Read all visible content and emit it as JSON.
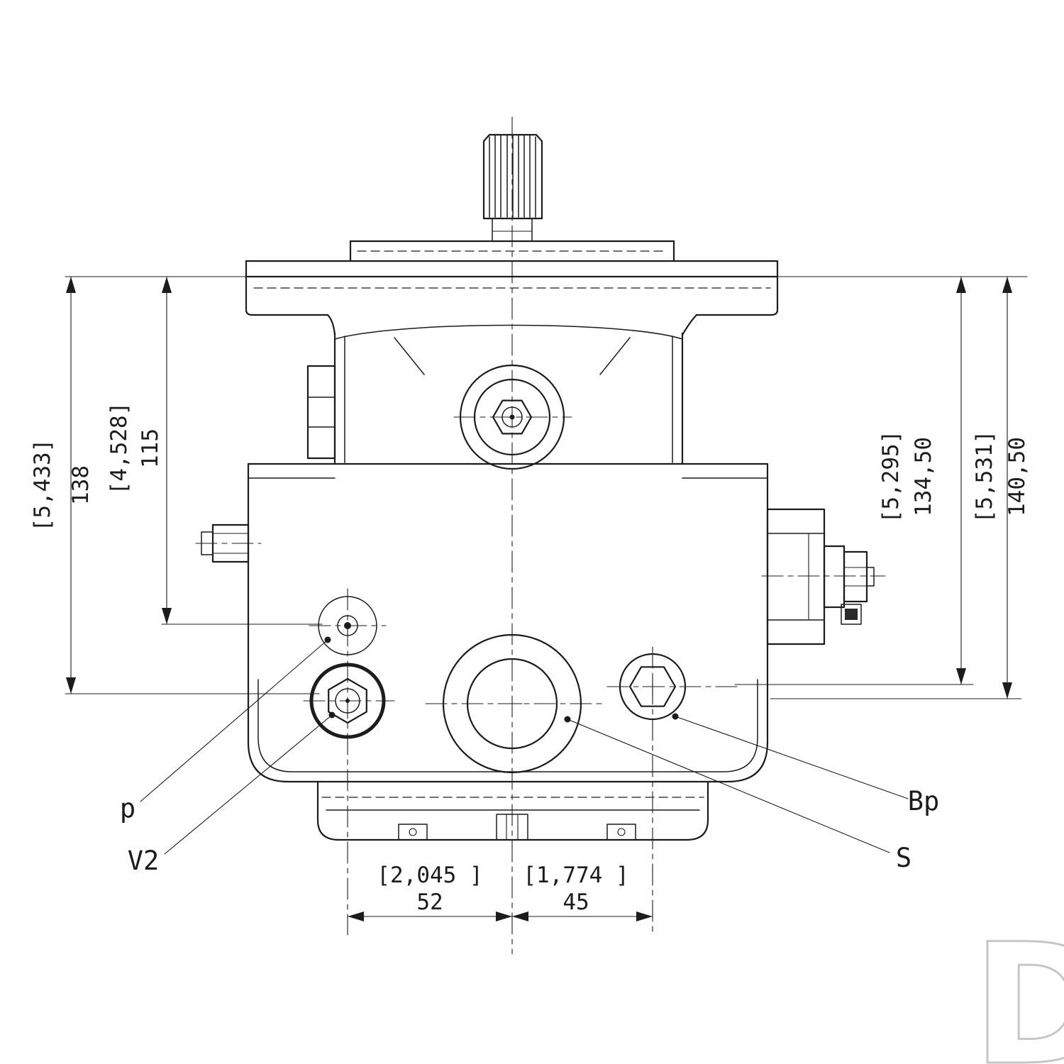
{
  "drawing_type": "hydraulic-pump-technical-drawing-front-view",
  "colors": {
    "line": "#1c1c1c",
    "background": "#ffffff",
    "watermark": "#c6c6c6"
  },
  "dims": {
    "left_outer": {
      "inch": "[5,433]",
      "mm": "138"
    },
    "left_inner": {
      "inch": "[4,528]",
      "mm": "115"
    },
    "right_inner": {
      "inch": "[5,295]",
      "mm": "134,50"
    },
    "right_outer": {
      "inch": "[5,531]",
      "mm": "140,50"
    },
    "bottom_left": {
      "inch": "[2,045 ]",
      "mm": "52"
    },
    "bottom_right": {
      "inch": "[1,774 ]",
      "mm": "45"
    }
  },
  "ports": {
    "p": "p",
    "v2": "V2",
    "bp": "Bp",
    "s": "S"
  },
  "watermark": "D"
}
